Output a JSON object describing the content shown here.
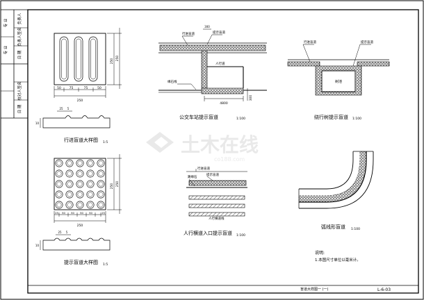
{
  "sheet": {
    "side_block": [
      "专 业",
      "负责人",
      "专 业",
      "负责人签名",
      "日 期",
      "校对人签名",
      "日 期"
    ],
    "drawing_title": "盲道大样图一 (一)",
    "drawing_no": "L-6-03"
  },
  "guide_tile": {
    "dims_bottom": [
      "50",
      "75",
      "75",
      "50"
    ],
    "total": "250",
    "dims_right": [
      "250",
      "250"
    ],
    "profile_dims": [
      "25",
      "5"
    ],
    "profile_height": "10",
    "title": "行进盲道大样图",
    "scale": "1:5"
  },
  "bus_stop": {
    "label_guide": "行进盲道",
    "label_warn": "提示盲道",
    "label_edge": "缘石线",
    "label_walk": "人行道",
    "dim_bottom": "4800",
    "dim_side": "300",
    "dim_top": "300",
    "title": "公交车站提示盲道",
    "scale": "1:100"
  },
  "tree_pit": {
    "label_guide": "行进盲道",
    "label_warn": "提示盲道",
    "center_label": "树池",
    "title": "绕行树提示盲道",
    "scale": "1:100"
  },
  "warning_tile": {
    "dims_bottom": [
      "25",
      "50",
      "50",
      "50",
      "50",
      "25"
    ],
    "total": "250",
    "dims_right": [
      "250",
      "250"
    ],
    "profile_dims": [
      "25",
      "5"
    ],
    "profile_height": "10",
    "title": "提示盲道大样图",
    "scale": "1:5"
  },
  "crossing": {
    "label_warn": "提示盲道",
    "label_guide": "行进盲道",
    "label_edge": "路缘石",
    "label_cross": "人行横道线",
    "title": "人行横道入口提示盲道",
    "scale": "1:100"
  },
  "curve": {
    "title": "弧线形盲道",
    "scale": "1:100"
  },
  "notes": {
    "heading": "说明:",
    "line1": "1.本图尺寸单位以毫米计。"
  },
  "watermark": {
    "main": "土木在线",
    "sub": "co188.com"
  }
}
